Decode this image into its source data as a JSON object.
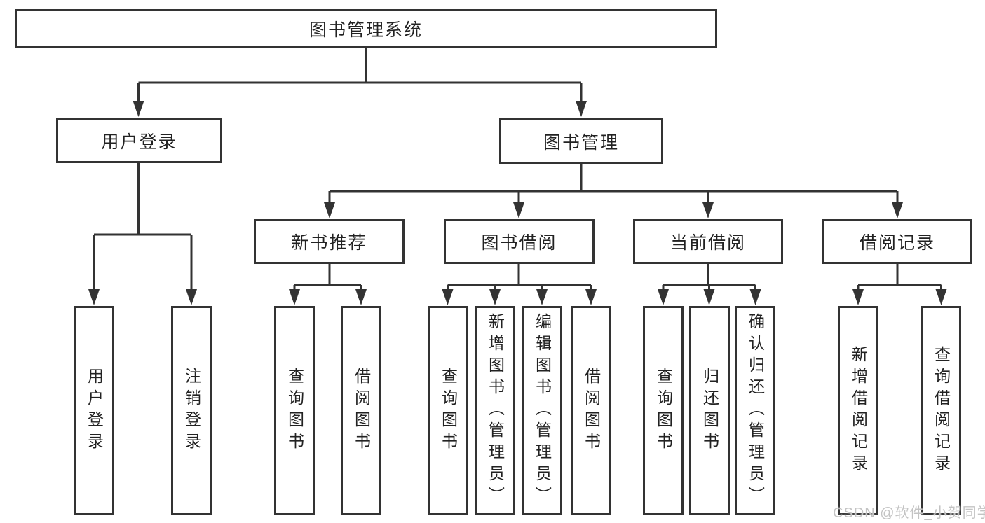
{
  "tree": {
    "label": "图书管理系统",
    "children": [
      {
        "label": "用户登录",
        "children": [
          {
            "label": "用户登录"
          },
          {
            "label": "注销登录"
          }
        ]
      },
      {
        "label": "图书管理",
        "children": [
          {
            "label": "新书推荐",
            "children": [
              {
                "label": "查询图书"
              },
              {
                "label": "借阅图书"
              }
            ]
          },
          {
            "label": "图书借阅",
            "children": [
              {
                "label": "查询图书"
              },
              {
                "label": "新增图书（管理员）"
              },
              {
                "label": "编辑图书（管理员）"
              },
              {
                "label": "借阅图书"
              }
            ]
          },
          {
            "label": "当前借阅",
            "children": [
              {
                "label": "查询图书"
              },
              {
                "label": "归还图书"
              },
              {
                "label": "确认归还（管理员）"
              }
            ]
          },
          {
            "label": "借阅记录",
            "children": [
              {
                "label": "新增借阅记录"
              },
              {
                "label": "查询借阅记录"
              }
            ]
          }
        ]
      }
    ]
  },
  "watermark": "CSDN @软件_小贺同学",
  "colors": {
    "line": "#333333",
    "text": "#222222",
    "box_bg": "#ffffff",
    "watermark": "#c3c3c3",
    "background": "#ffffff"
  }
}
